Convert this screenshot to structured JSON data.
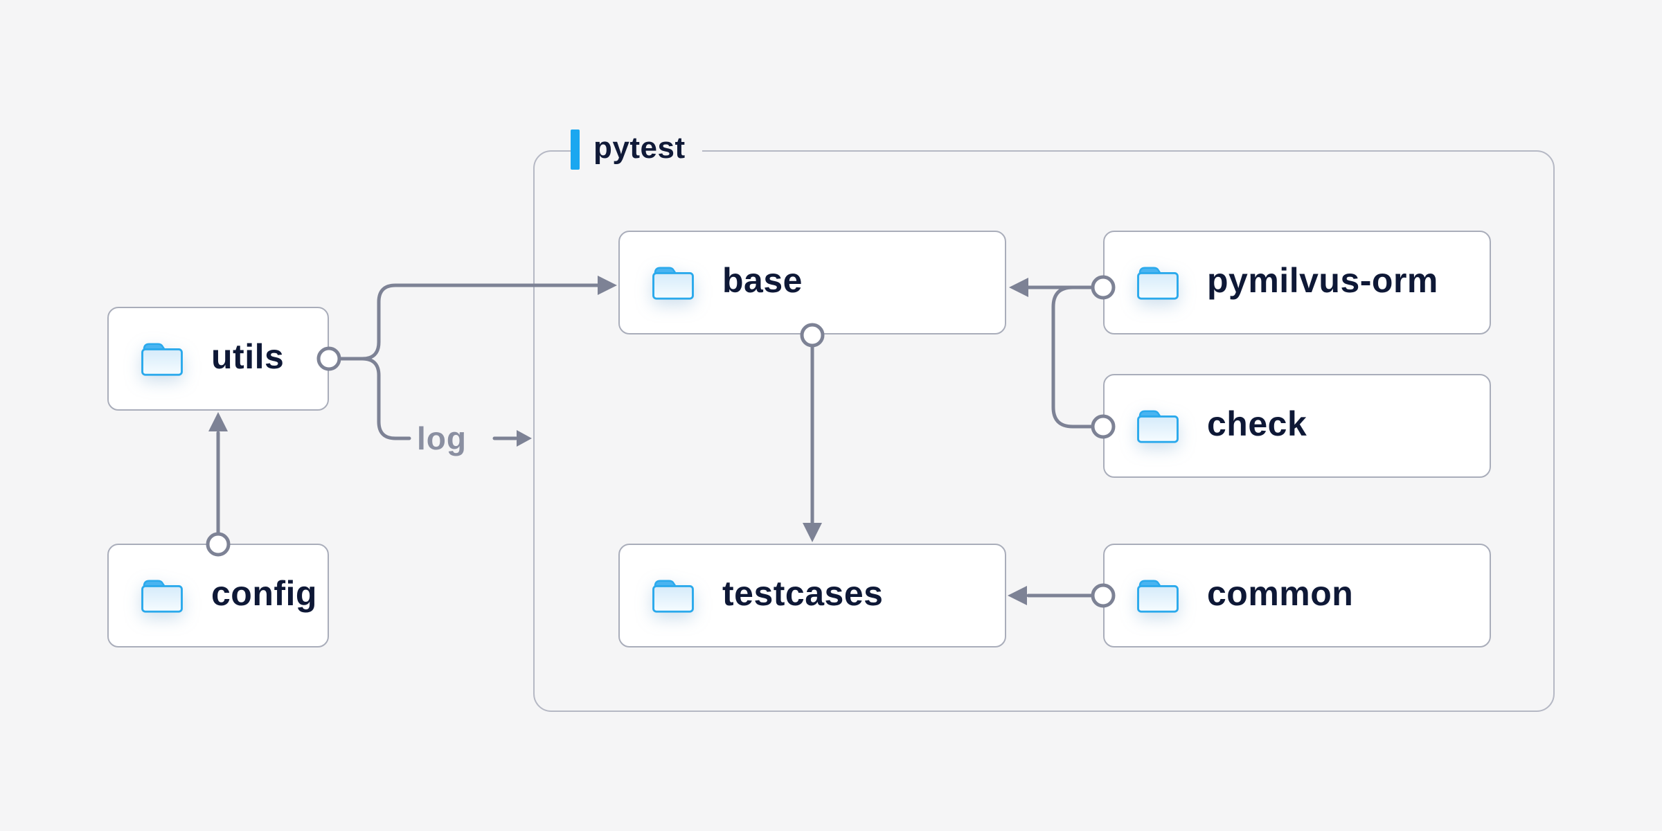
{
  "group": {
    "label": "pytest"
  },
  "nodes": {
    "utils": {
      "label": "utils",
      "icon": "folder-icon"
    },
    "config": {
      "label": "config",
      "icon": "folder-icon"
    },
    "base": {
      "label": "base",
      "icon": "folder-icon"
    },
    "pymilvus_orm": {
      "label": "pymilvus-orm",
      "icon": "folder-icon"
    },
    "check": {
      "label": "check",
      "icon": "folder-icon"
    },
    "testcases": {
      "label": "testcases",
      "icon": "folder-icon"
    },
    "common": {
      "label": "common",
      "icon": "folder-icon"
    }
  },
  "edge_labels": {
    "log": "log"
  },
  "edges": [
    {
      "from": "config",
      "to": "utils"
    },
    {
      "from": "utils",
      "to": "base"
    },
    {
      "from": "utils",
      "to": "pytest group",
      "label": "log"
    },
    {
      "from": "pymilvus-orm",
      "to": "base"
    },
    {
      "from": "check",
      "to": "base"
    },
    {
      "from": "base",
      "to": "testcases"
    },
    {
      "from": "common",
      "to": "testcases"
    }
  ],
  "colors": {
    "background": "#f5f5f6",
    "node_background": "#ffffff",
    "node_border": "#a9adba",
    "group_border": "#b5b8c4",
    "connector": "#7d8295",
    "node_text": "#0e1836",
    "muted_text": "#8a8fa1",
    "accent_blue": "#1aa7f0",
    "folder_blue": "#2aa9ec"
  }
}
